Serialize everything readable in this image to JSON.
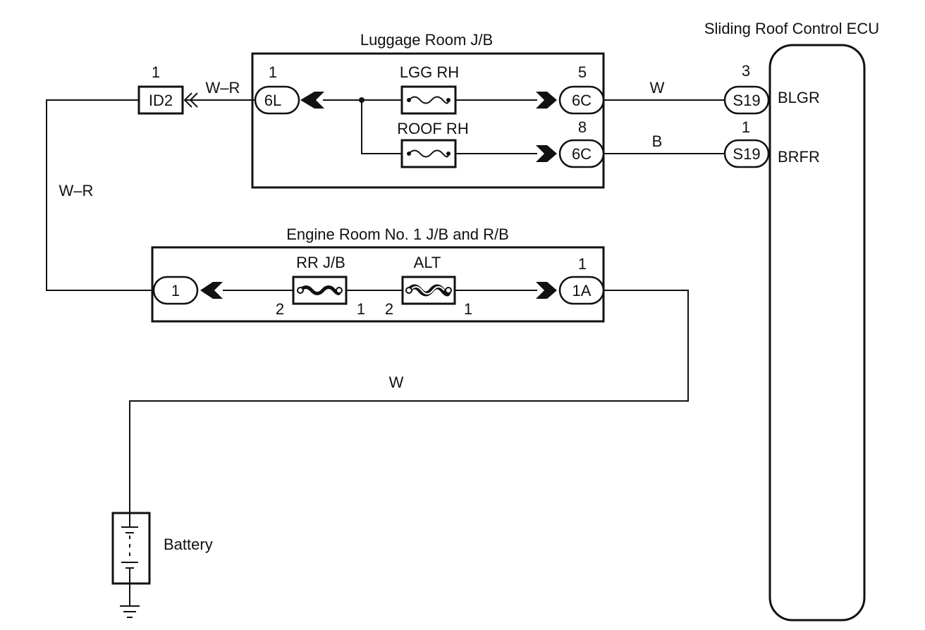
{
  "luggage_jb": {
    "title": "Luggage Room J/B",
    "fuse_lgg": "LGG RH",
    "fuse_roof": "ROOF RH",
    "conn_left": "6L",
    "conn_left_pin": "1",
    "conn_top": "6C",
    "conn_top_pin": "5",
    "conn_bottom": "6C",
    "conn_bottom_pin": "8"
  },
  "engine_jb": {
    "title": "Engine Room No. 1 J/B and R/B",
    "fuse_rr": "RR J/B",
    "fuse_alt": "ALT",
    "rr_pin_left": "2",
    "rr_pin_right": "1",
    "alt_pin_left": "2",
    "alt_pin_right": "1",
    "conn_left": "1",
    "conn_right": "1A",
    "conn_right_pin": "1"
  },
  "ecu": {
    "title": "Sliding Roof Control ECU",
    "pin_top_num": "3",
    "pin_top_conn": "S19",
    "pin_top_label": "BLGR",
    "pin_bottom_num": "1",
    "pin_bottom_conn": "S19",
    "pin_bottom_label": "BRFR"
  },
  "id2": {
    "label": "ID2",
    "pin": "1"
  },
  "wires": {
    "id2_to_6l": "W–R",
    "left_vertical": "W–R",
    "to_blgr": "W",
    "to_brfr": "B",
    "battery_feed": "W"
  },
  "battery": {
    "label": "Battery"
  }
}
